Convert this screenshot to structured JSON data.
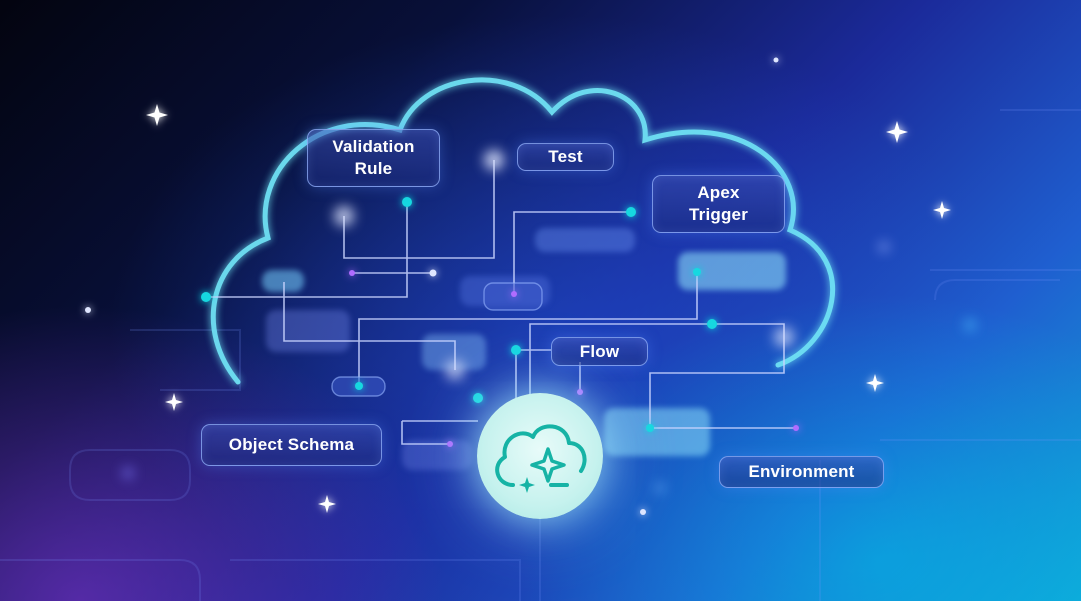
{
  "nodes": {
    "validation_rule": "Validation\nRule",
    "test": "Test",
    "apex_trigger": "Apex\nTrigger",
    "flow": "Flow",
    "object_schema": "Object Schema",
    "environment": "Environment"
  },
  "icons": {
    "hub": "cloud-sparkle-icon",
    "stars": "sparkle-star-icon"
  },
  "colors": {
    "cloud_outline": "#5fd6f0",
    "connector": "#c9d4ff",
    "dot_teal": "#18d8e0",
    "dot_purple": "#b06cff",
    "hub_icon": "#16b3a5"
  }
}
